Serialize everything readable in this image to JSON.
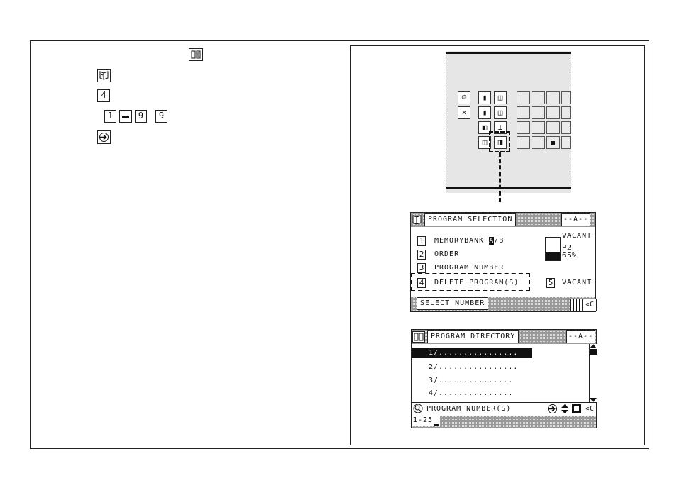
{
  "instructions": {
    "step_keys": [
      "4",
      "1",
      "9",
      "9"
    ]
  },
  "program_selection": {
    "title": "PROGRAM SELECTION",
    "mode": "--A--",
    "items": [
      {
        "num": "1",
        "label": "MEMORYBANK ",
        "bank_a": "A",
        "bank_rest": "/B"
      },
      {
        "num": "2",
        "label": "ORDER"
      },
      {
        "num": "3",
        "label": "PROGRAM NUMBER"
      },
      {
        "num": "4",
        "label": "DELETE PROGRAM(S)"
      }
    ],
    "status_vacant": "VACANT",
    "status_p2": "P2",
    "status_pct": "65%",
    "item5_num": "5",
    "item5_label": "VACANT",
    "footer": "SELECT NUMBER",
    "back_glyph": "«C"
  },
  "program_directory": {
    "title": "PROGRAM DIRECTORY",
    "mode": "--A--",
    "rows": [
      "1/................",
      "2/................",
      "3/...............",
      "4/..............."
    ],
    "footer_label": "PROGRAM NUMBER(S)",
    "input_value": "1-25",
    "back_glyph": "«C"
  },
  "colors": {
    "panel_bg": "#e6e6e6",
    "ink": "#111111"
  }
}
